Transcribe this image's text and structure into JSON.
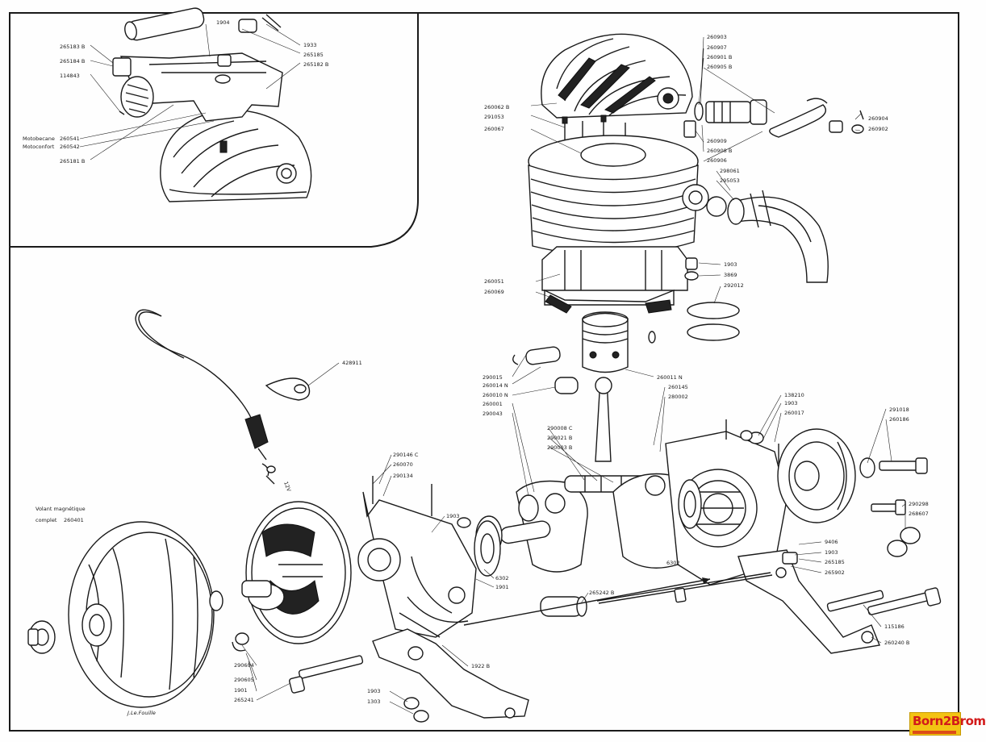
{
  "parts": [
    {
      "id": "265183B",
      "text": "265183 B"
    },
    {
      "id": "265184B",
      "text": "265184 B"
    },
    {
      "id": "114843",
      "text": "114843"
    },
    {
      "id": "1904",
      "text": "1904"
    },
    {
      "id": "1933",
      "text": "1933"
    },
    {
      "id": "265185a",
      "text": "265185"
    },
    {
      "id": "265182B",
      "text": "265182 B"
    },
    {
      "id": "265181B",
      "text": "265181 B"
    },
    {
      "id": "260062B",
      "text": "260062 B"
    },
    {
      "id": "291053",
      "text": "291053"
    },
    {
      "id": "260067",
      "text": "260067"
    },
    {
      "id": "260903",
      "text": "260903"
    },
    {
      "id": "260907",
      "text": "260907"
    },
    {
      "id": "260901B",
      "text": "260901 B"
    },
    {
      "id": "260905B",
      "text": "260905 B"
    },
    {
      "id": "260904",
      "text": "260904"
    },
    {
      "id": "260902",
      "text": "260902"
    },
    {
      "id": "260909",
      "text": "260909"
    },
    {
      "id": "260908B",
      "text": "260908 B"
    },
    {
      "id": "260906",
      "text": "260906"
    },
    {
      "id": "298061",
      "text": "298061"
    },
    {
      "id": "295053",
      "text": "295053"
    },
    {
      "id": "1903a",
      "text": "1903"
    },
    {
      "id": "3869",
      "text": "3869"
    },
    {
      "id": "292012",
      "text": "292012"
    },
    {
      "id": "260051",
      "text": "260051"
    },
    {
      "id": "260069",
      "text": "260069"
    },
    {
      "id": "428911",
      "text": "428911"
    },
    {
      "id": "290015",
      "text": "290015"
    },
    {
      "id": "260014N",
      "text": "260014 N"
    },
    {
      "id": "260010N",
      "text": "260010 N"
    },
    {
      "id": "260011N",
      "text": "260011 N"
    },
    {
      "id": "260145",
      "text": "260145"
    },
    {
      "id": "280002",
      "text": "280002"
    },
    {
      "id": "260001",
      "text": "260001"
    },
    {
      "id": "290043",
      "text": "290043"
    },
    {
      "id": "290008C",
      "text": "290008 C"
    },
    {
      "id": "290021B",
      "text": "290021 B"
    },
    {
      "id": "290003B",
      "text": "290003 B"
    },
    {
      "id": "138210",
      "text": "138210"
    },
    {
      "id": "1903b",
      "text": "1903"
    },
    {
      "id": "260017",
      "text": "260017"
    },
    {
      "id": "291018",
      "text": "291018"
    },
    {
      "id": "260186",
      "text": "260186"
    },
    {
      "id": "290146C",
      "text": "290146 C"
    },
    {
      "id": "260070",
      "text": "260070"
    },
    {
      "id": "290134",
      "text": "290134"
    },
    {
      "id": "1903c",
      "text": "1903"
    },
    {
      "id": "6302a",
      "text": "6302"
    },
    {
      "id": "1901a",
      "text": "1901"
    },
    {
      "id": "6302b",
      "text": "6302"
    },
    {
      "id": "290298",
      "text": "290298"
    },
    {
      "id": "268607",
      "text": "268607"
    },
    {
      "id": "9406",
      "text": "9406"
    },
    {
      "id": "1903d",
      "text": "1903"
    },
    {
      "id": "265185b",
      "text": "265185"
    },
    {
      "id": "265902",
      "text": "265902"
    },
    {
      "id": "265242B",
      "text": "265242 B"
    },
    {
      "id": "1922B",
      "text": "1922 B"
    },
    {
      "id": "115186",
      "text": "115186"
    },
    {
      "id": "260240B",
      "text": "260240 B"
    },
    {
      "id": "290604",
      "text": "290604"
    },
    {
      "id": "290605",
      "text": "290605"
    },
    {
      "id": "1901b",
      "text": "1901"
    },
    {
      "id": "265241",
      "text": "265241"
    },
    {
      "id": "1903e",
      "text": "1903"
    },
    {
      "id": "1303",
      "text": "1303"
    },
    {
      "id": "12V",
      "text": "12V"
    }
  ],
  "captions": {
    "motobecane_label": "Motobecane",
    "motobecane_num": "260541",
    "motoconfort_label": "Motoconfort",
    "motoconfort_num": "260542",
    "volant_line1": "Volant magnétique",
    "volant_line2": "complet",
    "volant_num": "260401",
    "signature": "J.Le.Fouille"
  },
  "logo": {
    "text": "Born2Brom",
    "bg_color": "#f3c313",
    "text_color": "#d21a1a"
  }
}
